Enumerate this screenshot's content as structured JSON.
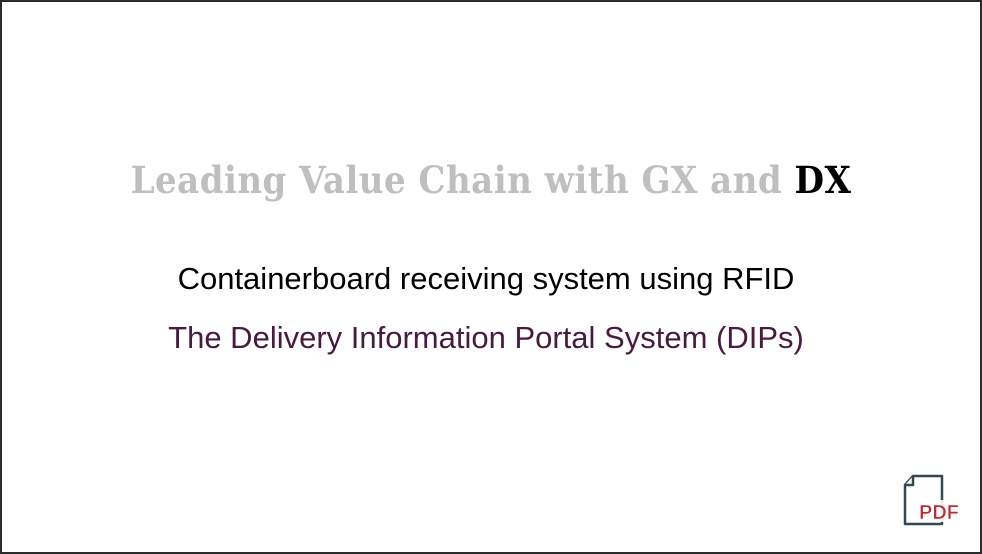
{
  "slide": {
    "title_main": "Leading Value Chain with GX and ",
    "title_accent": "DX",
    "subtitle_line1": "Containerboard receiving system using RFID",
    "subtitle_line2": "The Delivery Information Portal System (DIPs)"
  },
  "pdf_button": {
    "label": "PDF",
    "icon": "pdf-file-icon"
  },
  "colors": {
    "title_gray": "#bfbfbf",
    "title_accent": "#000000",
    "subtitle2": "#4a1942",
    "pdf_red": "#c8242b",
    "pdf_outline": "#2f4a55"
  }
}
